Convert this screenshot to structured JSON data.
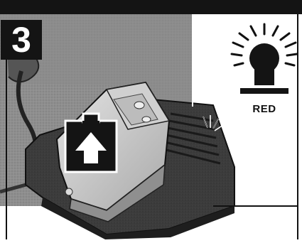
{
  "step": {
    "number": "3"
  },
  "led_indicator": {
    "label": "RED",
    "color": "red"
  },
  "icons": {
    "battery": "battery-up-arrow-icon",
    "light": "indicator-light-bulb-icon"
  }
}
